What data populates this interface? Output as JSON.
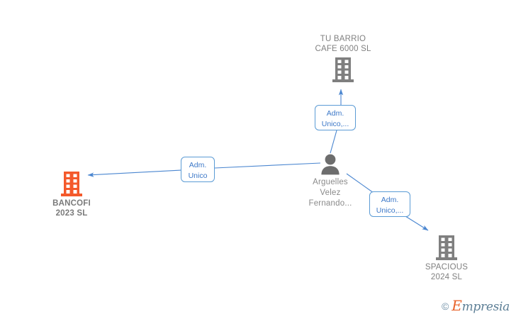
{
  "diagram": {
    "type": "corporate-relationship-graph",
    "nodes": [
      {
        "id": "tu-barrio",
        "kind": "company",
        "icon": "building-icon",
        "icon_color": "#7f7f7f",
        "label": "TU BARRIO\nCAFE 6000  SL",
        "name": "TU BARRIO CAFE 6000  SL",
        "year": "",
        "focus": false
      },
      {
        "id": "bancofi",
        "kind": "company",
        "icon": "building-icon",
        "icon_color": "#f4592b",
        "label": "BANCOFI\n2023  SL",
        "name": "BANCOFI",
        "year": "2023  SL",
        "focus": true
      },
      {
        "id": "person",
        "kind": "person",
        "icon": "person-icon",
        "icon_color": "#6d6d6d",
        "label": "Arguelles\nVelez\nFernando...",
        "name": "Arguelles Velez Fernando...",
        "focus": false
      },
      {
        "id": "spacious",
        "kind": "company",
        "icon": "building-icon",
        "icon_color": "#7f7f7f",
        "label": "SPACIOUS\n2024  SL",
        "name": "SPACIOUS",
        "year": "2024  SL",
        "focus": false
      }
    ],
    "edges": [
      {
        "id": "edge-person-tubarrio",
        "from": "person",
        "to": "tu-barrio",
        "label": "Adm.\nUnico,..."
      },
      {
        "id": "edge-person-bancofi",
        "from": "person",
        "to": "bancofi",
        "label": "Adm.\nUnico"
      },
      {
        "id": "edge-person-spacious",
        "from": "person",
        "to": "spacious",
        "label": "Adm.\nUnico,..."
      }
    ],
    "colors": {
      "edge": "#4a86d0",
      "box_border": "#5b9bd5",
      "box_text": "#3c78c8",
      "company_gray": "#7f7f7f",
      "focus_orange": "#f4592b",
      "label_text": "#808080"
    }
  },
  "watermark": {
    "copyright": "©",
    "brand_cap": "E",
    "brand_rest": "mpresia"
  }
}
